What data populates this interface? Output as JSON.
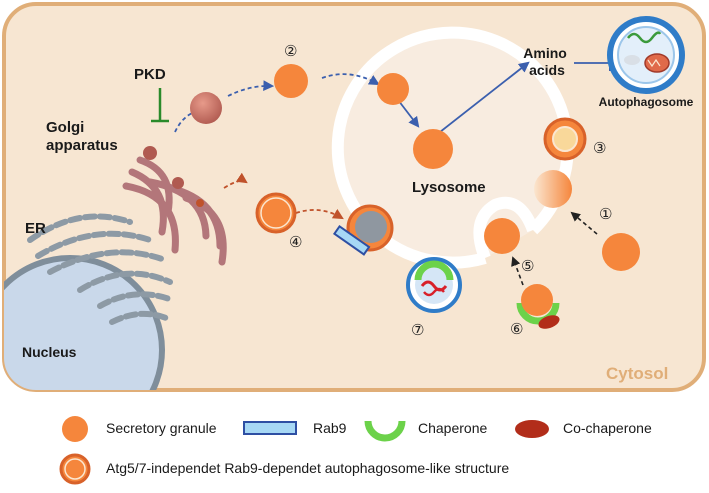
{
  "labels": {
    "pkd": "PKD",
    "golgi": "Golgi\napparatus",
    "er": "ER",
    "nucleus": "Nucleus",
    "lysosome": "Lysosome",
    "amino_acids": "Amino\nacids",
    "autophagosome": "Autophagosome",
    "cytosol": "Cytosol"
  },
  "step_markers": [
    "①",
    "②",
    "③",
    "④",
    "⑤",
    "⑥",
    "⑦"
  ],
  "legend": {
    "secretory_granule": "Secretory granule",
    "rab9": "Rab9",
    "chaperone": "Chaperone",
    "co_chaperone": "Co-chaperone",
    "autophagosome_like": "Atg5/7-independet Rab9-dependet autophagosome-like structure"
  },
  "colors": {
    "cytosol_fill": "#f7e6d2",
    "cytosol_border": "#e0ae78",
    "granule": "#f5863c",
    "lysosome_fill": "#f8ece0",
    "rab9": "#a7d8f5",
    "rab9_border": "#2e4fa3",
    "chaperone": "#6cd24a",
    "co_chaperone": "#b22d1a",
    "golgi": "#b3767a",
    "er": "#8d9aa5",
    "nucleus": "#c9d8ea",
    "autophagosome_ring": "#2f7cc8",
    "arrow_blue": "#3b5fae",
    "arrow_red": "#c0522b",
    "pkd_line": "#2a8a2a"
  }
}
